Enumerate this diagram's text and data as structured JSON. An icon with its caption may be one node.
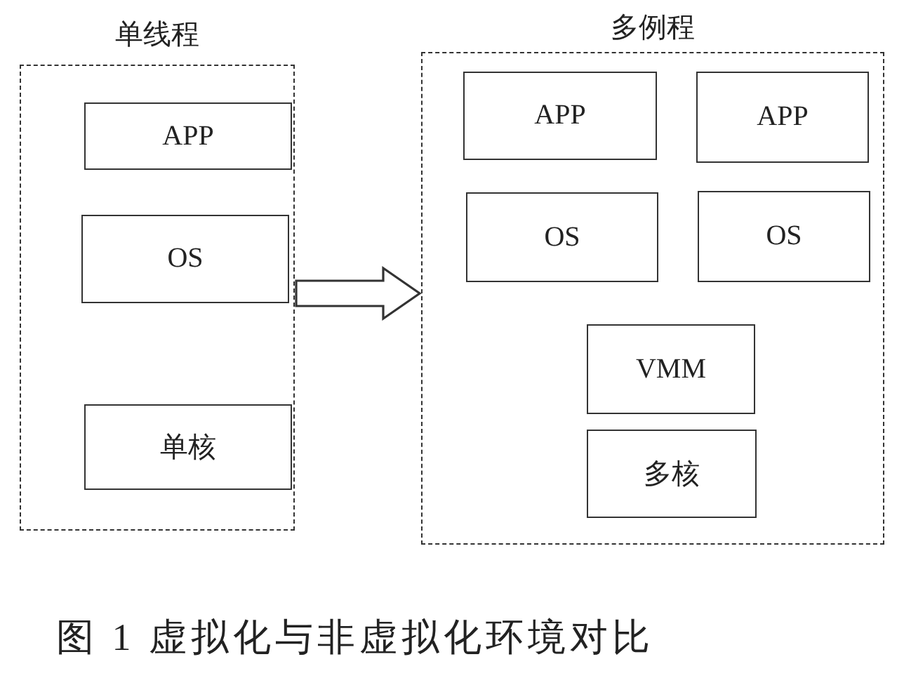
{
  "diagram": {
    "caption": "图 1 虚拟化与非虚拟化环境对比",
    "nodes": [
      {
        "text": [
          "单线程"
        ]
      },
      {
        "text": [
          "APP"
        ],
        "in": 0
      },
      {
        "text": [
          "OS"
        ],
        "in": 0
      },
      {
        "text": [
          "单核"
        ],
        "in": 0
      },
      {
        "text": [
          "多例程"
        ]
      },
      {
        "text": [
          "APP"
        ],
        "in": 4
      },
      {
        "text": [
          "APP"
        ],
        "in": 4
      },
      {
        "text": [
          "OS"
        ],
        "in": 4
      },
      {
        "text": [
          "OS"
        ],
        "in": 4
      },
      {
        "text": [
          "VMM"
        ],
        "in": 4
      },
      {
        "text": [
          "多核"
        ],
        "in": 4
      }
    ],
    "edges": [
      {
        "from": 0,
        "to": 4,
        "arrow": "to"
      }
    ]
  }
}
